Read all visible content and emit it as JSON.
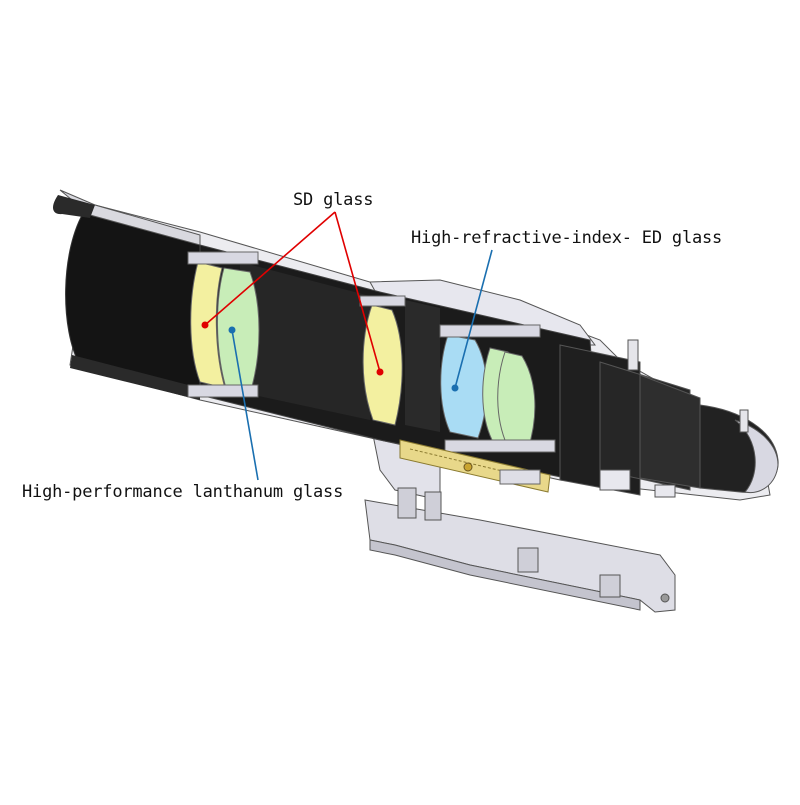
{
  "labels": {
    "sd_glass": "SD glass",
    "ed_glass": "High-refractive-index- ED glass",
    "lanthanum_glass": "High-performance lanthanum glass"
  },
  "colors": {
    "sd_glass": "#f3f0a0",
    "lanthanum_glass": "#c8edb8",
    "ed_glass": "#a9dcf4",
    "barrel": "#1a1a1a",
    "shell": "#e4e4ea",
    "sd_leader": "#e00000",
    "blue_leader": "#1a6fb0",
    "bracket": "#d8d8e2"
  },
  "icons": {
    "telescope": "refractor-telescope-cutaway"
  }
}
